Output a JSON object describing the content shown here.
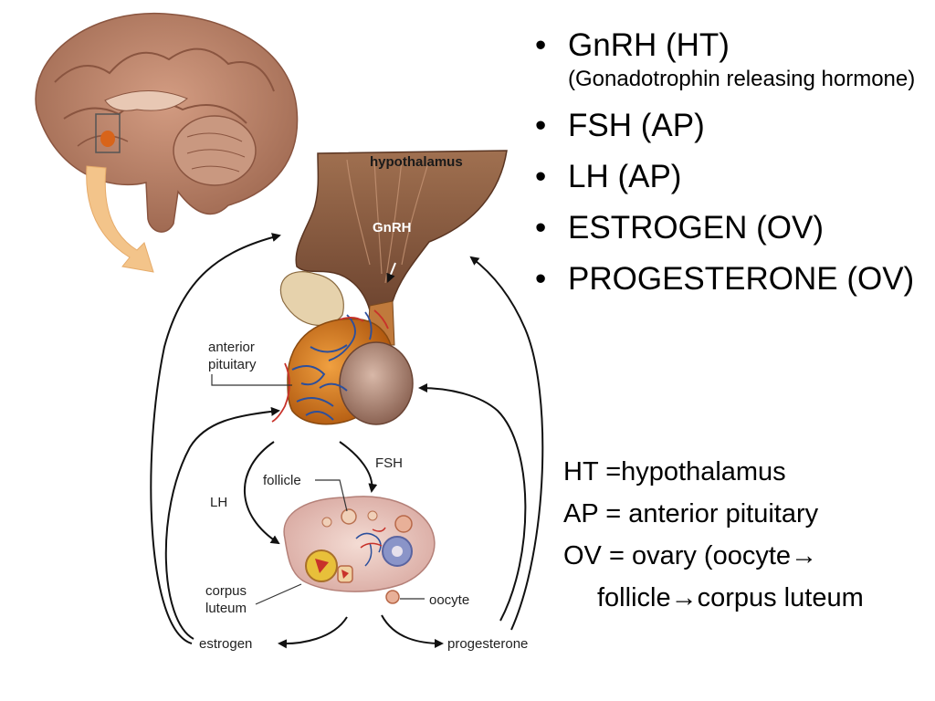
{
  "bullets": [
    {
      "text": "GnRH (HT)",
      "sub": "(Gonadotrophin releasing hormone)"
    },
    {
      "text": "FSH (AP)"
    },
    {
      "text": "LH (AP)"
    },
    {
      "text": "ESTROGEN (OV)"
    },
    {
      "text": "PROGESTERONE (OV)"
    }
  ],
  "bullet_glyph": "•",
  "legend": {
    "ht": "HT =hypothalamus",
    "ap": "AP = anterior pituitary",
    "ov_line1": "OV = ovary (oocyte→",
    "ov_line2": "follicle→corpus luteum"
  },
  "diagram_labels": {
    "hypothalamus": "hypothalamus",
    "gnrh": "GnRH",
    "anterior": "anterior",
    "pituitary": "pituitary",
    "fsh": "FSH",
    "lh": "LH",
    "follicle": "follicle",
    "corpus": "corpus",
    "luteum": "luteum",
    "oocyte": "oocyte",
    "estrogen": "estrogen",
    "progesterone": "progesterone"
  },
  "colors": {
    "brain": "#b9826a",
    "hypothalamus_tissue": "#8a5a40",
    "pituitary_anterior": "#c8701e",
    "pituitary_posterior": "#a88070",
    "ovary": "#e9c8c0",
    "vessel_blue": "#2c4f9c",
    "vessel_red": "#c8322a",
    "arrow_orange": "#f3c48a"
  }
}
